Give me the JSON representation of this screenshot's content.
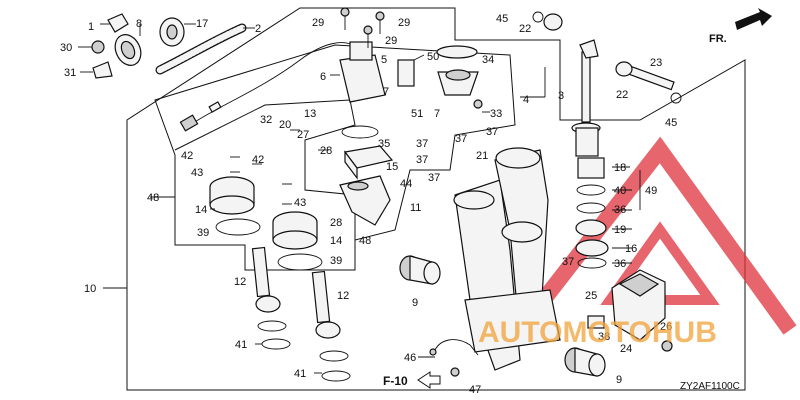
{
  "diagram": {
    "labels": {
      "n1": "1",
      "n2": "2",
      "n3": "3",
      "n4": "4",
      "n5": "5",
      "n6": "6",
      "n7": "7",
      "n7b": "7",
      "n8": "8",
      "n9": "9",
      "n9b": "9",
      "n10": "10",
      "n11": "11",
      "n12": "12",
      "n12b": "12",
      "n13": "13",
      "n14": "14",
      "n14b": "14",
      "n15": "15",
      "n16": "16",
      "n17": "17",
      "n18": "18",
      "n19": "19",
      "n20": "20",
      "n21": "21",
      "n22": "22",
      "n22b": "22",
      "n23": "23",
      "n24": "24",
      "n25": "25",
      "n26": "26",
      "n27": "27",
      "n28": "28",
      "n28b": "28",
      "n29": "29",
      "n29b": "29",
      "n29c": "29",
      "n30": "30",
      "n31": "31",
      "n32": "32",
      "n33": "33",
      "n34": "34",
      "n35": "35",
      "n36": "36",
      "n36b": "36",
      "n37": "37",
      "n37b": "37",
      "n37c": "37",
      "n37d": "37",
      "n37e": "37",
      "n37f": "37",
      "n38": "38",
      "n39": "39",
      "n39b": "39",
      "n40": "40",
      "n41": "41",
      "n41b": "41",
      "n42": "42",
      "n42b": "42",
      "n43": "43",
      "n43b": "43",
      "n44": "44",
      "n45": "45",
      "n45b": "45",
      "n46": "46",
      "n47": "47",
      "n48": "48",
      "n48b": "48",
      "n49": "49",
      "n50": "50",
      "n51": "51"
    },
    "direction_label": "FR.",
    "section_ref": "F-10",
    "diagram_code": "ZY2AF1100C",
    "watermark": "AUTOMOTOHUB"
  },
  "colors": {
    "line": "#111111",
    "watermark_red": "#e0323c",
    "watermark_orange": "#f2a23a"
  }
}
